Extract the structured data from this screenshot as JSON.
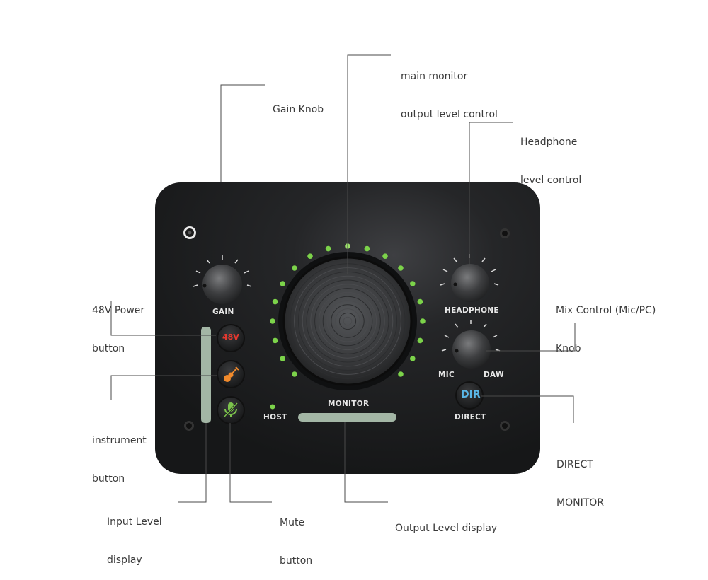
{
  "callouts": {
    "main_monitor": [
      "main monitor",
      "output level control"
    ],
    "gain_knob": [
      "Gain Knob"
    ],
    "headphone": [
      "Headphone",
      "level control"
    ],
    "power_48v": [
      "48V Power",
      "button"
    ],
    "mix_control": [
      "Mix Control (Mic/PC)",
      "Knob"
    ],
    "instrument": [
      "instrument",
      "button"
    ],
    "direct_monitor": [
      "DIRECT",
      "MONITOR"
    ],
    "input_level": [
      "Input Level",
      "display"
    ],
    "mute": [
      "Mute",
      "button"
    ],
    "output_level": [
      "Output Level display"
    ]
  },
  "panel": {
    "gain": "GAIN",
    "headphone": "HEADPHONE",
    "mic": "MIC",
    "daw": "DAW",
    "monitor": "MONITOR",
    "host": "HOST",
    "direct": "DIRECT",
    "btn_48v": "48V",
    "btn_dir": "DIR"
  },
  "colors": {
    "panel": "#1b1c1e",
    "led_green": "#7cd34a",
    "meter": "#a3b6a5",
    "btn_48v_text": "#e8382f",
    "btn_guitar": "#f08a2c",
    "btn_mute": "#7cc34c",
    "btn_dir_text": "#5ab6e6",
    "leader": "#4a4a4a"
  },
  "icons": {
    "instrument_button": "guitar-icon",
    "mute_button": "mic-mute-icon"
  }
}
